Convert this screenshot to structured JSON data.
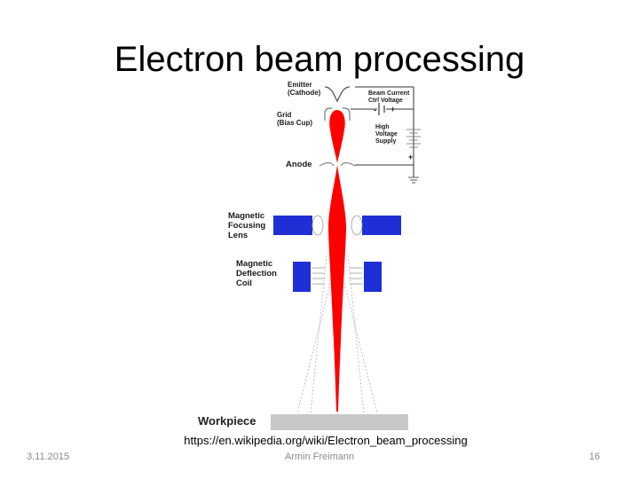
{
  "slide": {
    "title": "Electron beam processing",
    "source_url": "https://en.wikipedia.org/wiki/Electron_beam_processing",
    "footer": {
      "date": "3.11.2015",
      "author": "Armin Freimann",
      "page_number": "16"
    }
  },
  "diagram": {
    "labels": {
      "emitter": [
        "Emitter",
        "(Cathode)"
      ],
      "grid": [
        "Grid",
        "(Bias Cup)"
      ],
      "beam_current": [
        "Beam Current",
        "Ctrl Voltage"
      ],
      "high_voltage": [
        "High",
        "Voltage",
        "Supply"
      ],
      "anode": "Anode",
      "focusing_lens": [
        "Magnetic",
        "Focusing",
        "Lens"
      ],
      "deflection_coil": [
        "Magnetic",
        "Deflection",
        "Coil"
      ],
      "workpiece": "Workpiece",
      "minus_sign": "-",
      "plus_sign_1": "+",
      "plus_sign_2": "+"
    },
    "colors": {
      "beam": "#ff0000",
      "magnet": "#1f2fd6",
      "workpiece": "#c8c8c8",
      "wire": "#333333"
    }
  }
}
